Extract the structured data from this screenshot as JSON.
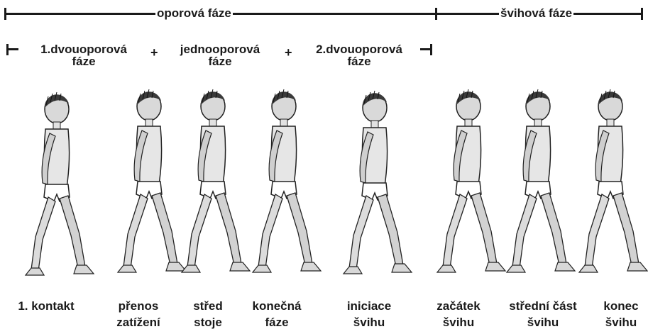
{
  "top_bar": {
    "support_phase": "oporová fáze",
    "swing_phase": "švihová fáze"
  },
  "support_subphases": {
    "first": {
      "line1": "1.dvouoporová",
      "line2": "fáze"
    },
    "plus_a": "+",
    "single": {
      "line1": "jednooporová",
      "line2": "fáze"
    },
    "plus_b": "+",
    "second": {
      "line1": "2.dvouoporová",
      "line2": "fáze"
    }
  },
  "stages": [
    {
      "line1": "1. kontakt",
      "line2": ""
    },
    {
      "line1": "přenos",
      "line2": "zatížení"
    },
    {
      "line1": "střed",
      "line2": "stoje"
    },
    {
      "line1": "konečná",
      "line2": "fáze"
    },
    {
      "line1": "iniciace",
      "line2": "švihu"
    },
    {
      "line1": "začátek",
      "line2": "švihu"
    },
    {
      "line1": "střední část",
      "line2": "švihu"
    },
    {
      "line1": "konec",
      "line2": "švihu"
    }
  ]
}
